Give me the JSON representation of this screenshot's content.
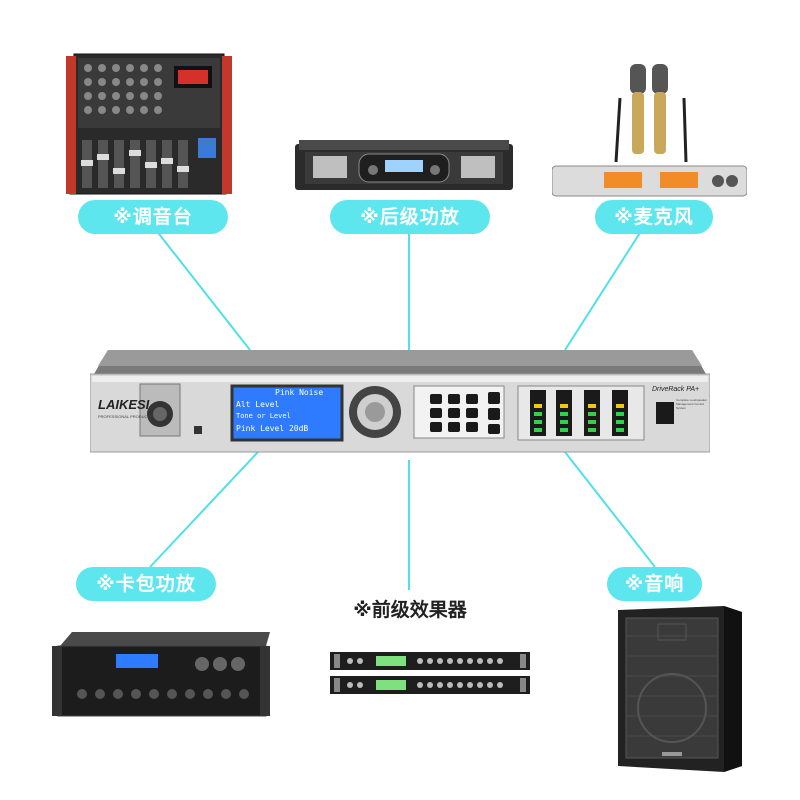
{
  "labels": {
    "mixer": "※调音台",
    "power_amp": "※后级功放",
    "microphone": "※麦克风",
    "karaoke_amp": "※卡包功放",
    "effects": "※前级效果器",
    "speaker": "※音响"
  },
  "processor": {
    "brand": "LAIKESI",
    "brand_sub": "PROFESSIONAL PRODUCTS",
    "lcd_lines": [
      "Pink Noise",
      "Alt Level",
      "Tone or Level",
      "Pink Level   20dB"
    ],
    "model": "DriveRack PA+",
    "model_sub": "Complete Loudspeaker Management Control System"
  },
  "colors": {
    "connector": "#4fe0e8",
    "pill": "#5ee6ee",
    "lcd": "#2e7bff"
  }
}
